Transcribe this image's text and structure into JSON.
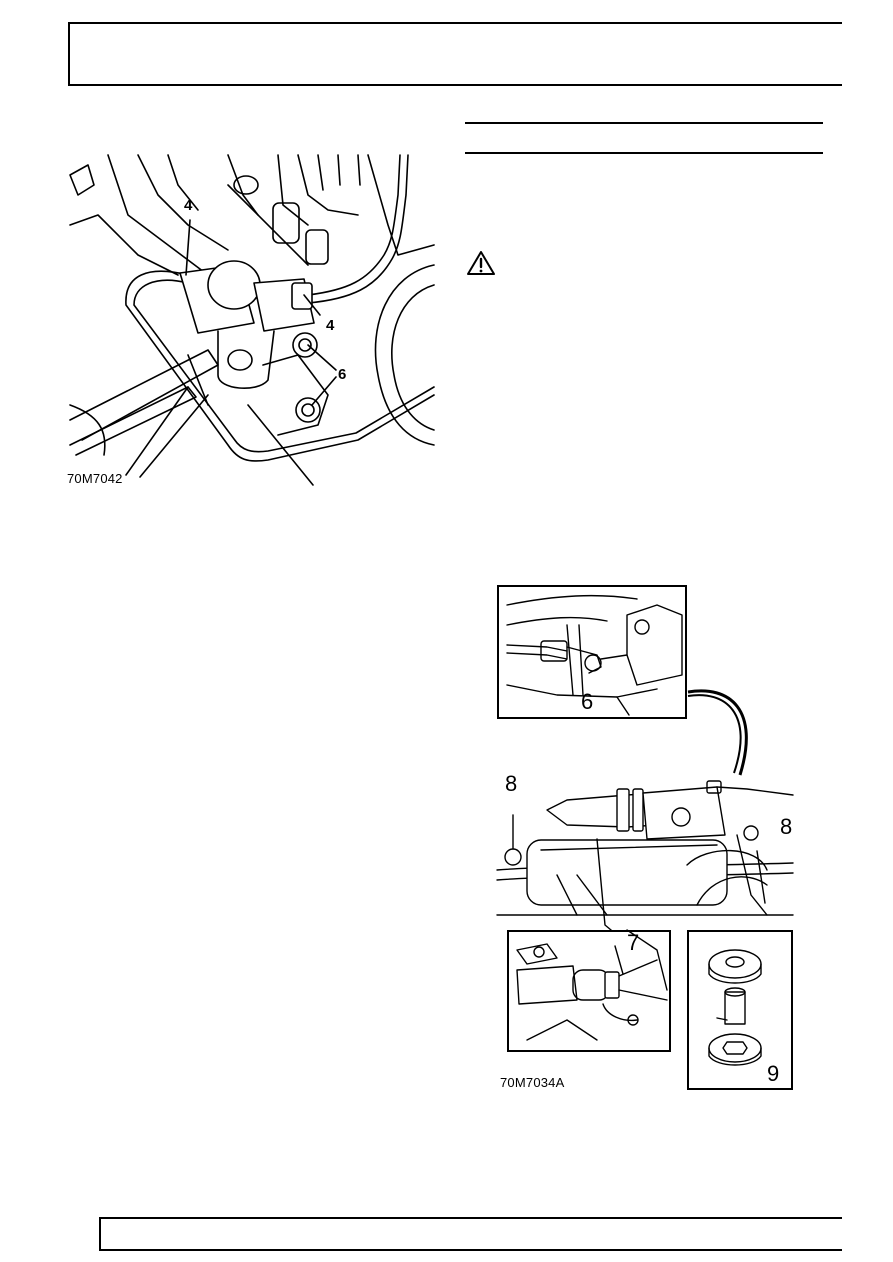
{
  "figure_1": {
    "code": "70M7042",
    "callouts": [
      "4",
      "4",
      "6"
    ]
  },
  "figure_2": {
    "code": "70M7034A",
    "callouts": [
      "6",
      "8",
      "8",
      "7",
      "9"
    ]
  },
  "warning_icon": "warning-triangle-icon"
}
